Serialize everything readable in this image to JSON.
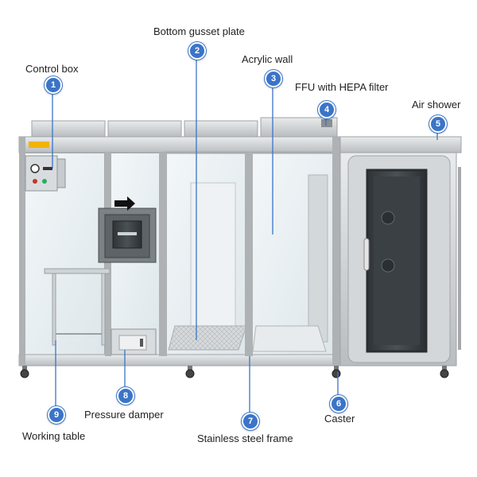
{
  "callouts": [
    {
      "number": "1",
      "label": "Control box"
    },
    {
      "number": "2",
      "label": "Bottom gusset plate"
    },
    {
      "number": "3",
      "label": "Acrylic wall"
    },
    {
      "number": "4",
      "label": "FFU with HEPA filter"
    },
    {
      "number": "5",
      "label": "Air shower"
    },
    {
      "number": "6",
      "label": "Caster"
    },
    {
      "number": "7",
      "label": "Stainless steel frame"
    },
    {
      "number": "8",
      "label": "Pressure damper"
    },
    {
      "number": "9",
      "label": "Working table"
    }
  ],
  "colors": {
    "badge": "#3b74c8",
    "leader_line": "#3b74c8",
    "steel": "#bfc3c6",
    "glass": "#e6eef2",
    "warning_stripe": "#f2b400"
  }
}
